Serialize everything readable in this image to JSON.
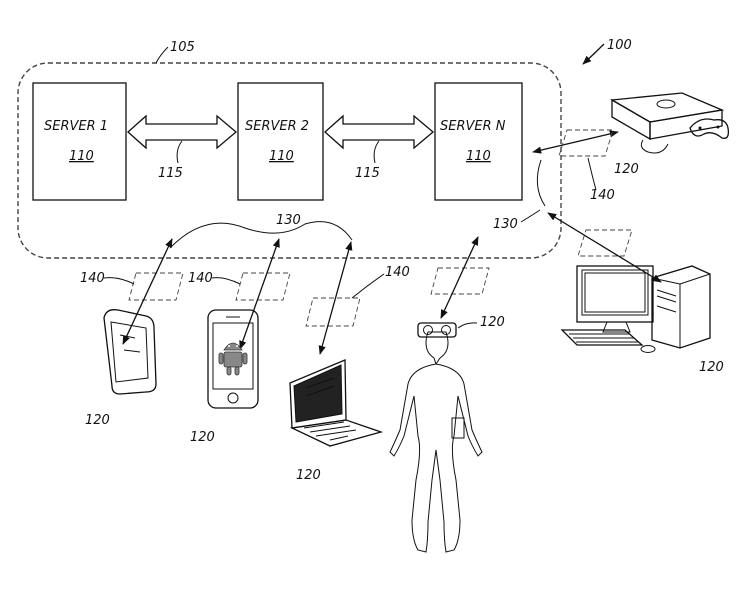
{
  "figure": {
    "system_ref": "100",
    "cluster_ref": "105",
    "servers": [
      {
        "name": "SERVER 1",
        "ref": "110"
      },
      {
        "name": "SERVER 2",
        "ref": "110"
      },
      {
        "name": "SERVER N",
        "ref": "110"
      }
    ],
    "link_ref": "115",
    "network_ref": "130",
    "wireless_ref": "140",
    "device_ref": "120",
    "icons": [
      "game-console-icon",
      "desktop-computer-icon",
      "tablet-icon",
      "smartphone-icon",
      "android-icon",
      "laptop-icon",
      "vr-headset-icon",
      "human-figure-icon"
    ]
  }
}
